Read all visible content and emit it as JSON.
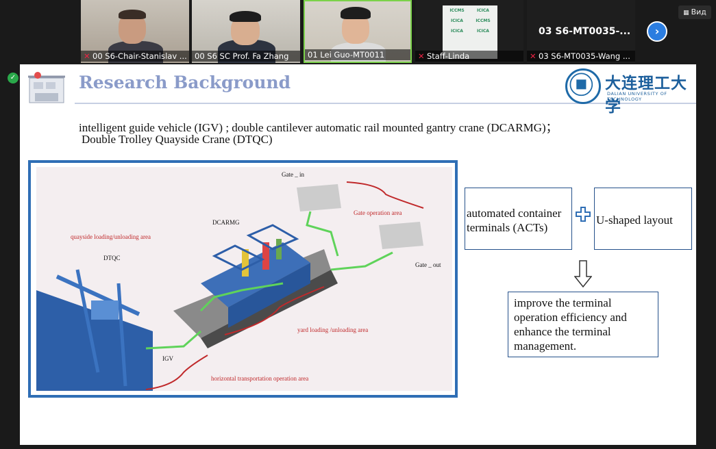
{
  "toolbar": {
    "view_label": "Вид"
  },
  "participants": [
    {
      "name": "00 S6-Chair-Stanislav ...",
      "muted": true
    },
    {
      "name": "00 S6 SC Prof.  Fa Zhang",
      "muted": false
    },
    {
      "name": "01 Lei Guo-MT0011",
      "muted": false
    },
    {
      "name": "Staff-Linda",
      "muted": true
    },
    {
      "name": "03 S6-MT0035-Wang ...",
      "muted": true
    }
  ],
  "active_tile_name": "03 S6-MT0035-...",
  "banner_text": [
    "ICCMS",
    "ICICA",
    "ICICA",
    "ICCMS",
    "ICICA",
    "ICICA"
  ],
  "slide": {
    "title": "Research Background",
    "university_cn": "大连理工大学",
    "university_en": "DALIAN UNIVERSITY OF TECHNOLOGY",
    "line1": "intelligent guide vehicle (IGV) ;    double cantilever automatic rail mounted gantry crane (DCARMG)；",
    "line2": "Double Trolley Quayside Crane (DTQC)",
    "figure_labels": {
      "gate_in": "Gate _ in",
      "gate_operation": "Gate operation area",
      "dcarmg": "DCARMG",
      "quayside": "quayside loading/unloading area",
      "dtqc": "DTQC",
      "gate_out": "Gate _ out",
      "yard": "yard loading /unloading area",
      "igv": "IGV",
      "horizontal": "horizontal transportation operation area"
    },
    "box_acts": "automated container terminals (ACTs)",
    "box_ushape": "U-shaped layout",
    "box_result": "improve the terminal operation efficiency and enhance the terminal management."
  },
  "colors": {
    "title": "#8a9bc9",
    "frame": "#2f6eb5",
    "label_red": "#c0292b",
    "path_green": "#5fd35a"
  }
}
